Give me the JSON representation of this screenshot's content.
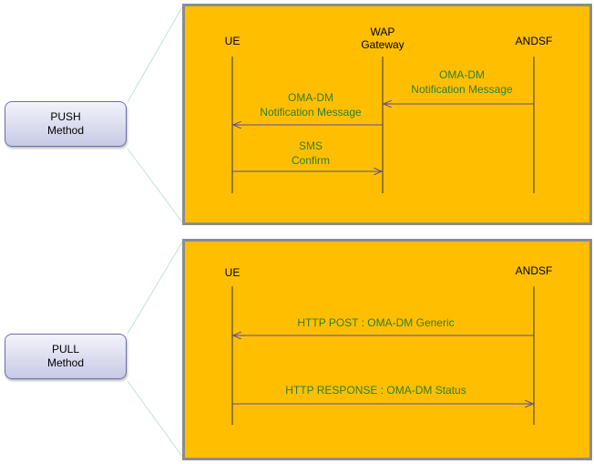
{
  "push": {
    "method": {
      "line1": "PUSH",
      "line2": "Method"
    },
    "ue": "UE",
    "gateway": {
      "line1": "WAP",
      "line2": "Gateway"
    },
    "andsf": "ANDSF",
    "msg1": {
      "line1": "OMA-DM",
      "line2": "Notification Message"
    },
    "msg2": {
      "line1": "OMA-DM",
      "line2": "Notification Message"
    },
    "msg3": {
      "line1": "SMS",
      "line2": "Confirm"
    }
  },
  "pull": {
    "method": {
      "line1": "PULL",
      "line2": "Method"
    },
    "ue": "UE",
    "andsf": "ANDSF",
    "msg1": "HTTP POST : OMA-DM Generic",
    "msg2": "HTTP RESPONSE : OMA-DM Status"
  },
  "colors": {
    "panel": "#ffbf00",
    "message_text": "#2e7d32",
    "arrow": "#5a4aa0",
    "connector": "#bfe0e0"
  }
}
